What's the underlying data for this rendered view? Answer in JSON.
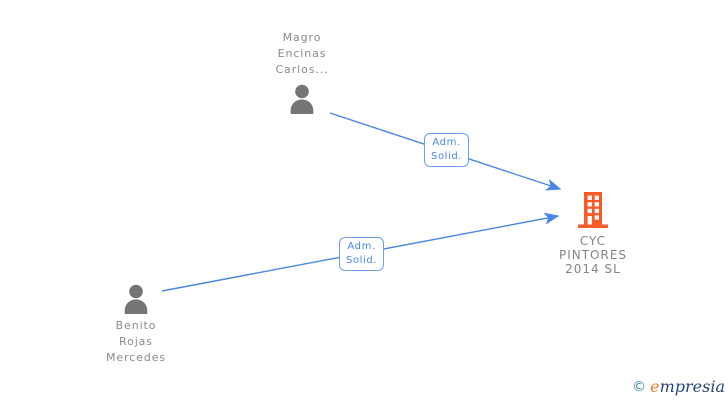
{
  "diagram": {
    "nodes": [
      {
        "id": "person-magro",
        "type": "person",
        "label": "Magro\nEncinas\nCarlos..."
      },
      {
        "id": "person-benito",
        "type": "person",
        "label": "Benito\nRojas\nMercedes"
      },
      {
        "id": "company-cyc",
        "type": "company",
        "label": "CYC\nPINTORES\n2014 SL"
      }
    ],
    "edges": [
      {
        "from": "person-magro",
        "to": "company-cyc",
        "label": "Adm.\nSolid."
      },
      {
        "from": "person-benito",
        "to": "company-cyc",
        "label": "Adm.\nSolid."
      }
    ]
  },
  "watermark": {
    "copyright": "©",
    "brand_first_letter": "e",
    "brand_rest": "mpresia"
  },
  "colors": {
    "edge_line": "#4a86e8",
    "edge_label_border": "#6d9eeb",
    "edge_label_text": "#4a86e8",
    "person_icon": "#757575",
    "person_name_text": "#8a8a8a",
    "company_icon": "#fa5a28",
    "company_name_text": "#858585",
    "watermark_copyright": "#2e8b99",
    "watermark_e": "#ef7c28",
    "watermark_rest": "#24457c"
  }
}
